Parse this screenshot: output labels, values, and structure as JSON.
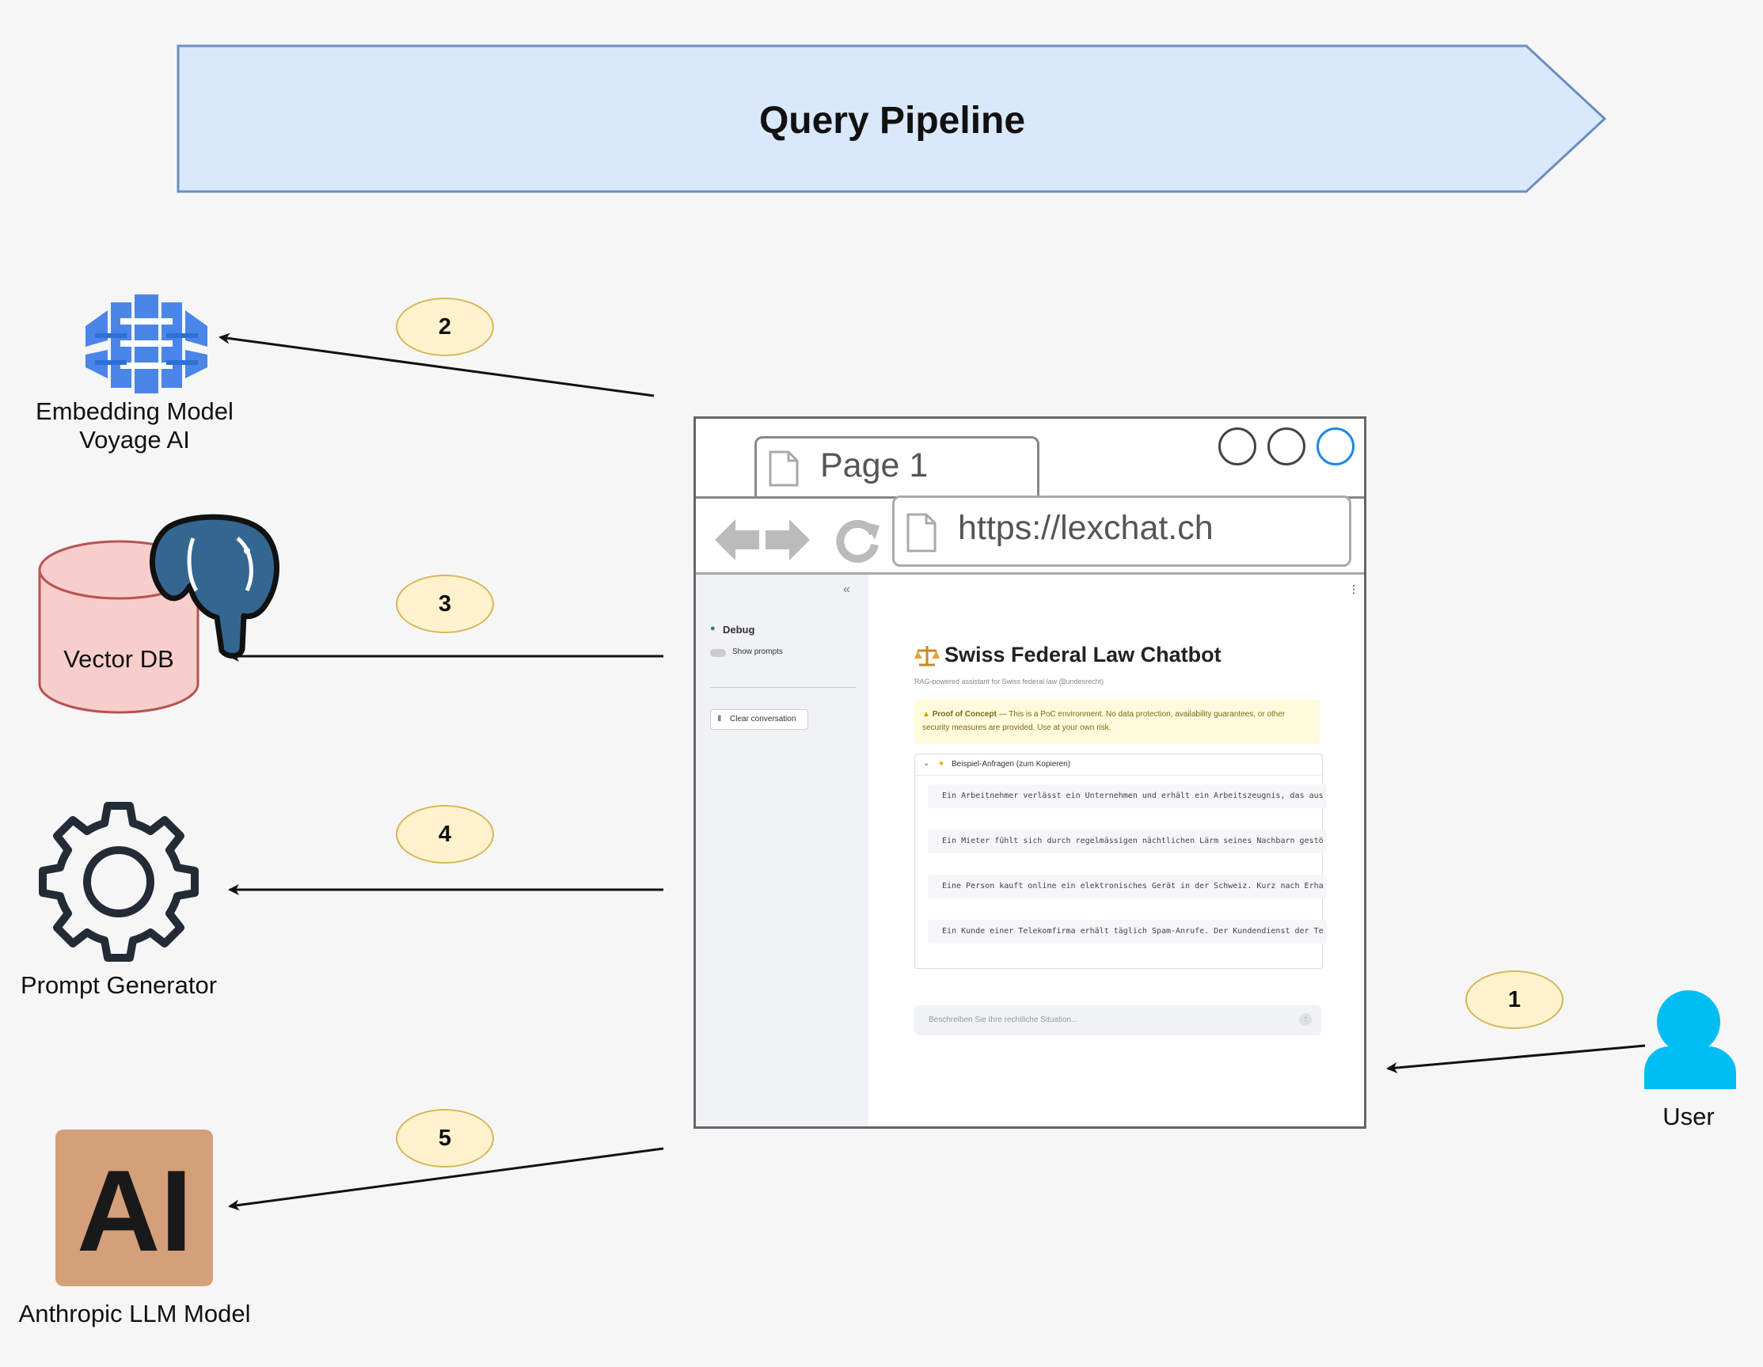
{
  "banner": {
    "title": "Query Pipeline"
  },
  "components": {
    "embedding": {
      "line1": "Embedding Model",
      "line2": "Voyage AI"
    },
    "vectordb": {
      "label": "Vector DB"
    },
    "prompt": {
      "label": "Prompt Generator"
    },
    "llm": {
      "label": "Anthropic LLM Model",
      "logo_text": "AI"
    },
    "user": {
      "label": "User"
    }
  },
  "steps": [
    "1",
    "2",
    "3",
    "4",
    "5"
  ],
  "browser": {
    "tab_label": "Page 1",
    "url": "https://lexchat.ch",
    "app": {
      "sidebar": {
        "collapse_icon": "«",
        "debug_label": "Debug",
        "show_prompts_label": "Show prompts",
        "clear_button": "Clear conversation"
      },
      "menu_icon": "⋮",
      "title": "Swiss Federal Law Chatbot",
      "subtitle": "RAG-powered assistant for Swiss federal law (Bundesrecht)",
      "warning_bold": "Proof of Concept",
      "warning_text": "— This is a PoC environment. No data protection, availability guarantees, or other security measures are provided. Use at your own risk.",
      "examples_header": "Beispiel-Anfragen (zum Kopieren)",
      "examples": [
        "Ein Arbeitnehmer verlässt ein Unternehmen und erhält ein Arbeitszeugnis, das aus",
        "Ein Mieter fühlt sich durch regelmässigen nächtlichen Lärm seines Nachbarn gestö",
        "Eine Person kauft online ein elektronisches Gerät in der Schweiz. Kurz nach Erha",
        "Ein Kunde einer Telekomfirma erhält täglich Spam-Anrufe. Der Kundendienst der Te"
      ],
      "input_placeholder": "Beschreiben Sie Ihre rechtliche Situation..."
    }
  },
  "colors": {
    "banner_fill": "#dae8fc",
    "banner_stroke": "#6c8ebf",
    "db_fill": "#f8cecc",
    "db_stroke": "#b85450",
    "bubble_fill": "#fff2cc",
    "bubble_stroke": "#d6b656",
    "user_icon": "#00bef2",
    "llm_bg": "#d4a07a",
    "brain_blue": "#4a86e8"
  }
}
